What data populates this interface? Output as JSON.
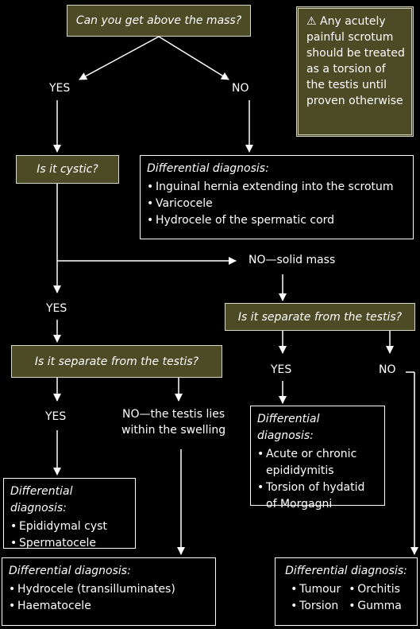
{
  "questions": {
    "above_mass": "Can you get above the mass?",
    "cystic": "Is it cystic?",
    "separate_left": "Is it separate from the testis?",
    "separate_right": "Is it separate from the testis?"
  },
  "warning": {
    "icon": "⚠",
    "text": "Any acutely painful scrotum should be treated as a torsion of the testis until proven otherwise"
  },
  "labels": {
    "yes_top": "YES",
    "no_top": "NO",
    "no_solid": "NO—solid mass",
    "yes_cystic": "YES",
    "yes_sep_left": "YES",
    "no_testis_line1": "NO—the testis lies",
    "no_testis_line2": "within the swelling",
    "yes_sep_right": "YES",
    "no_sep_right": "NO"
  },
  "boxes": {
    "no_above": {
      "heading": "Differential diagnosis:",
      "items": [
        "Inguinal hernia extending into the scrotum",
        "Varicocele",
        "Hydrocele of the spermatic cord"
      ]
    },
    "epi": {
      "heading": "Differential diagnosis:",
      "items": [
        "Acute or chronic epididymitis",
        "Torsion of hydatid of Morgagni"
      ]
    },
    "cyst": {
      "heading": "Differential diagnosis:",
      "items": [
        "Epididymal cyst",
        "Spermatocele"
      ]
    },
    "hydro": {
      "heading": "Differential diagnosis:",
      "items": [
        "Hydrocele (transilluminates)",
        "Haematocele"
      ]
    },
    "tumour": {
      "heading": "Differential diagnosis:",
      "items": [
        "Tumour",
        "Orchitis",
        "Torsion",
        "Gumma"
      ]
    }
  },
  "colors": {
    "question_fill": "#4d4a26",
    "background": "#000000",
    "line": "#ffffff"
  }
}
